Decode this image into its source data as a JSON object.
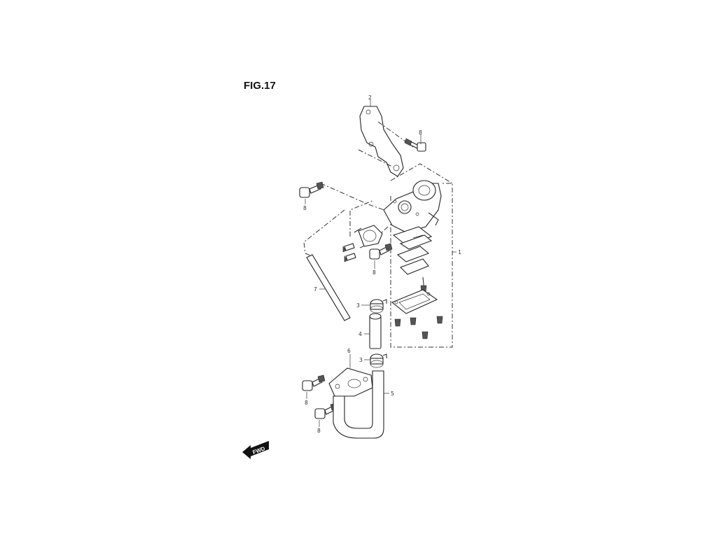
{
  "figure": {
    "title": "FIG.17"
  },
  "callouts": {
    "c1": "1",
    "c2": "2",
    "c3a": "3",
    "c3b": "3",
    "c4": "4",
    "c5": "5",
    "c6": "6",
    "c7": "7",
    "c8a": "8",
    "c8b": "8",
    "c8c": "8",
    "c8d": "8",
    "c8e": "8"
  },
  "fwd_arrow": {
    "label": "FWD"
  }
}
